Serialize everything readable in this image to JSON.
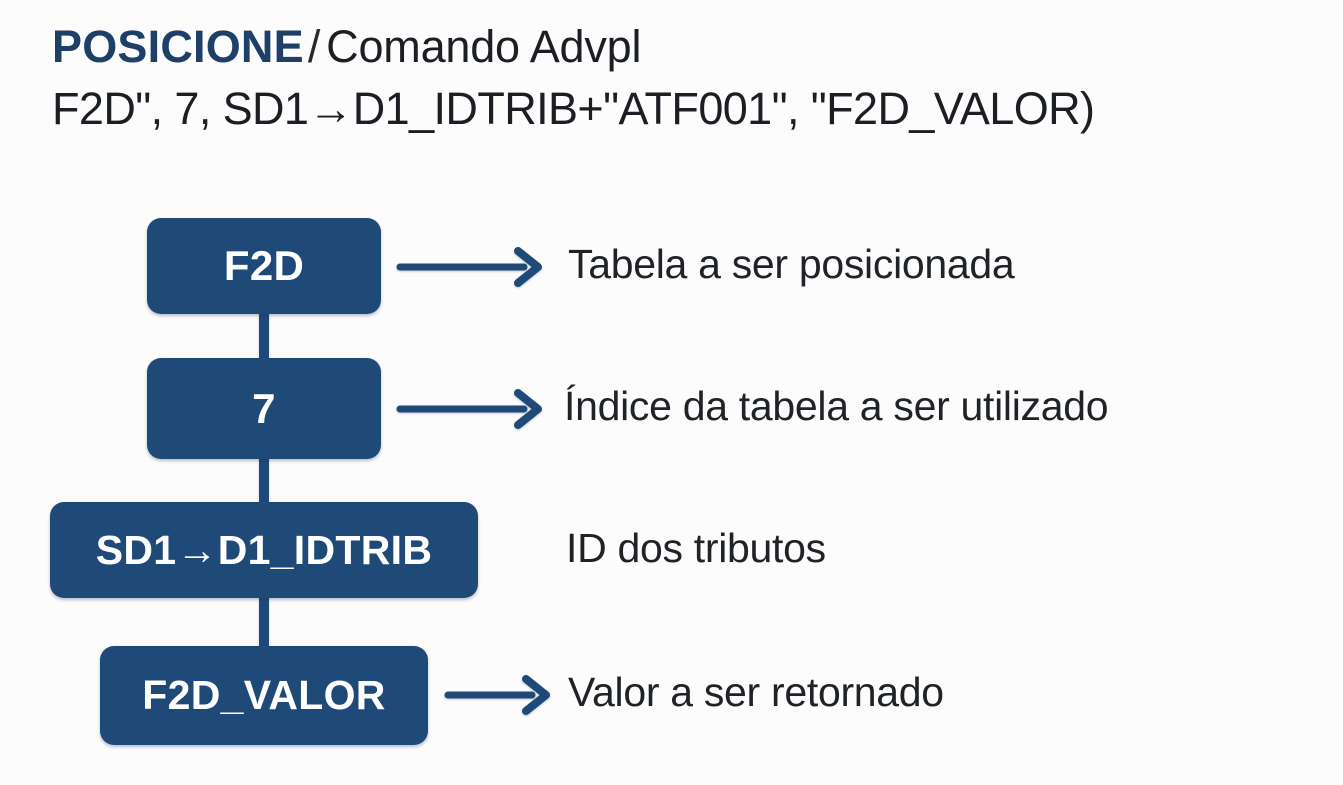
{
  "page": {
    "background_color": "#fcfcfd",
    "accent_color": "#1f4a78",
    "heading_accent_color": "#1e3f67",
    "text_color": "#1f2226"
  },
  "heading": {
    "keyword": "POSICIONE",
    "separator": "/",
    "subtitle": "Comando Advpl",
    "signature": "F2D\", 7, SD1→D1_IDTRIB+\"ATF001\", \"F2D_VALOR)"
  },
  "diagram": {
    "type": "annotated-parameter-breakdown",
    "nodes": [
      {
        "id": "node-0",
        "label": "F2D",
        "description": "Tabela a ser posicionada",
        "has_arrow": true,
        "arrow_icon": "arrow-right-icon"
      },
      {
        "id": "node-1",
        "label": "7",
        "description": "Índice da tabela a ser utilizado",
        "has_arrow": true,
        "arrow_icon": "arrow-right-icon"
      },
      {
        "id": "node-2",
        "label": "SD1→D1_IDTRIB",
        "description": "ID dos tributos",
        "has_arrow": false,
        "arrow_icon": ""
      },
      {
        "id": "node-3",
        "label": "F2D_VALOR",
        "description": "Valor a ser retornado",
        "has_arrow": true,
        "arrow_icon": "arrow-right-icon"
      }
    ]
  }
}
